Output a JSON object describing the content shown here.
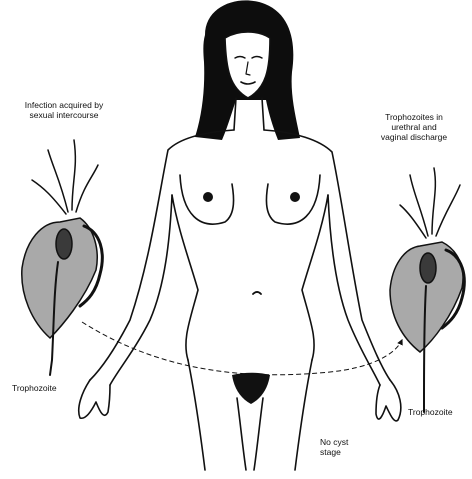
{
  "labels": {
    "infection_note": "Infection acquired by\nsexual intercourse",
    "discharge_note": "Trophozoites in\nurethral and\nvaginal discharge",
    "left_organism": "Trophozoite",
    "right_organism": "Trophozoite",
    "cyst_note": "No cyst\nstage"
  },
  "colors": {
    "ink": "#111111",
    "organism_fill": "#a9a9a9",
    "nucleus_fill": "#3a3a3a",
    "hair": "#0d0d0d"
  }
}
